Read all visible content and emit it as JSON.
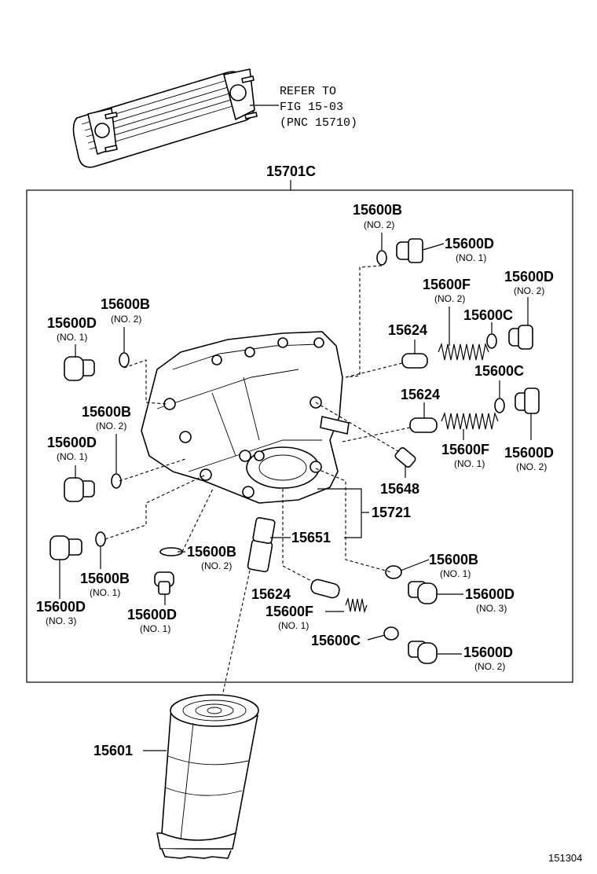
{
  "refer": {
    "line1": "REFER TO",
    "line2": "FIG 15-03",
    "line3": "(PNC 15710)"
  },
  "assembly_label": "15701C",
  "callouts": [
    {
      "code": "15600B",
      "sub": "(NO. 2)"
    },
    {
      "code": "15600D",
      "sub": "(NO. 1)"
    },
    {
      "code": "15600F",
      "sub": "(NO. 2)"
    },
    {
      "code": "15600D",
      "sub": "(NO. 2)"
    },
    {
      "code": "15600B",
      "sub": "(NO. 2)"
    },
    {
      "code": "15600D",
      "sub": "(NO. 1)"
    },
    {
      "code": "15624",
      "sub": ""
    },
    {
      "code": "15600C",
      "sub": ""
    },
    {
      "code": "15624",
      "sub": ""
    },
    {
      "code": "15600C",
      "sub": ""
    },
    {
      "code": "15600B",
      "sub": "(NO. 2)"
    },
    {
      "code": "15600D",
      "sub": "(NO. 1)"
    },
    {
      "code": "15600F",
      "sub": "(NO. 1)"
    },
    {
      "code": "15600D",
      "sub": "(NO. 2)"
    },
    {
      "code": "15648",
      "sub": ""
    },
    {
      "code": "15721",
      "sub": ""
    },
    {
      "code": "15651",
      "sub": ""
    },
    {
      "code": "15600B",
      "sub": "(NO. 2)"
    },
    {
      "code": "15600B",
      "sub": "(NO. 1)"
    },
    {
      "code": "15600B",
      "sub": "(NO. 1)"
    },
    {
      "code": "15600D",
      "sub": "(NO. 3)"
    },
    {
      "code": "15600D",
      "sub": "(NO. 3)"
    },
    {
      "code": "15600D",
      "sub": "(NO. 1)"
    },
    {
      "code": "15624",
      "sub": ""
    },
    {
      "code": "15600F",
      "sub": "(NO. 1)"
    },
    {
      "code": "15600C",
      "sub": ""
    },
    {
      "code": "15600D",
      "sub": "(NO. 2)"
    },
    {
      "code": "15601",
      "sub": ""
    }
  ],
  "figure_number": "151304",
  "icons": [
    "oil-cooler",
    "oil-filter-bracket",
    "oil-filter",
    "plug",
    "gasket",
    "spring",
    "valve",
    "union"
  ]
}
